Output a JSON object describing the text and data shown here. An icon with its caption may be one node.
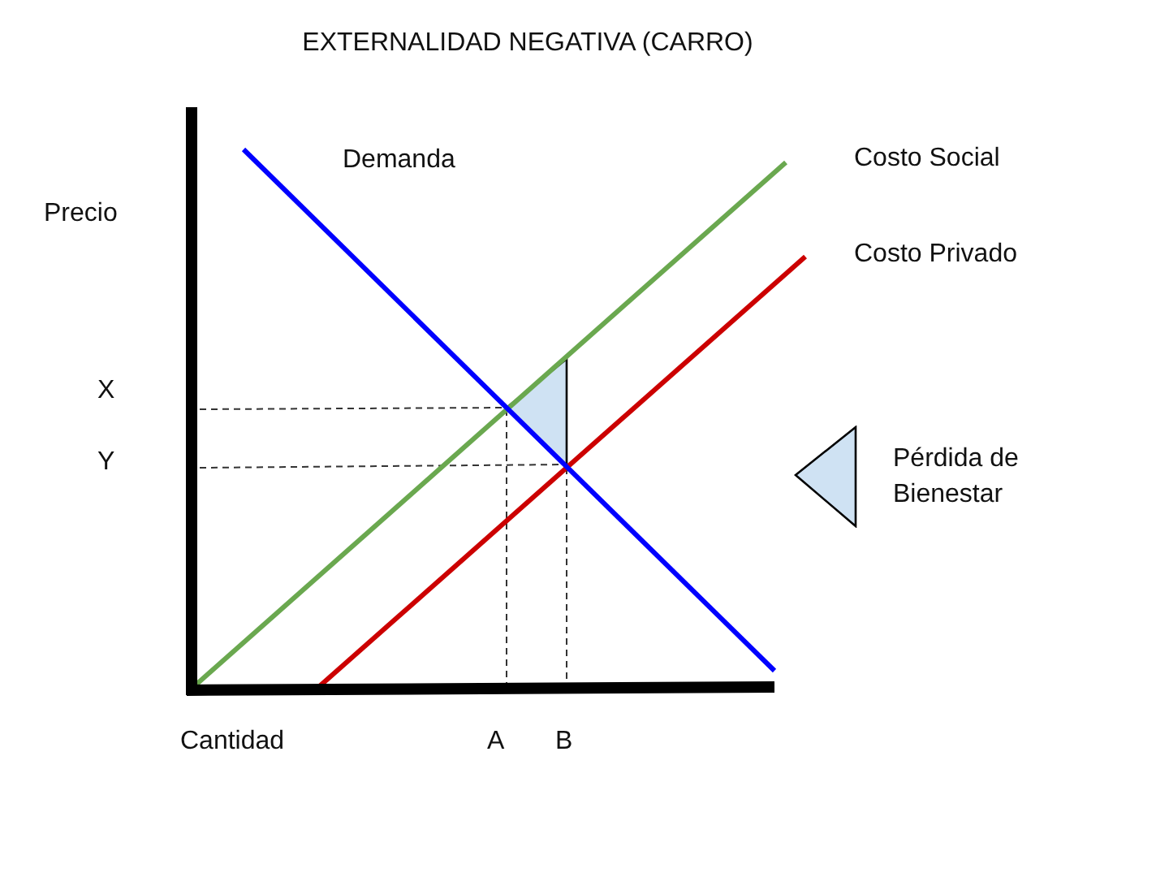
{
  "diagram": {
    "title": "EXTERNALIDAD NEGATIVA (CARRO)",
    "labels": [
      "Demanda",
      "Costo Social",
      "Precio",
      "Costo Privado",
      "X",
      "Y",
      "Cantidad",
      "A",
      "B"
    ],
    "legend": [
      {
        "text": "Pérdida de Bienestar",
        "color": "#cfe2f3"
      }
    ]
  }
}
